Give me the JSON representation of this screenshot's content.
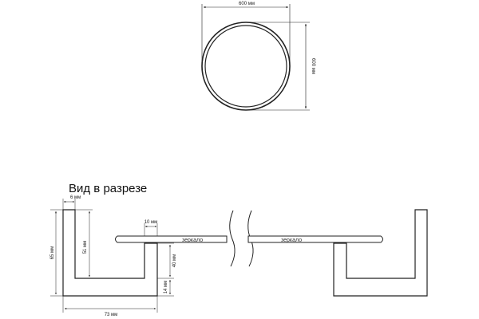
{
  "top_view": {
    "width_label": "600 мм",
    "height_label": "600 мм"
  },
  "section": {
    "title": "Вид в разрезе",
    "dims": {
      "wall_thickness": "6 мм",
      "total_height": "65 мм",
      "inner_height": "51 мм",
      "mirror_thickness": "10 мм",
      "bracket_height": "40 мм",
      "base_thickness": "14 мм",
      "total_width": "73 мм"
    },
    "mirror_label_left": "зеркало",
    "mirror_label_right": "зеркало"
  },
  "colors": {
    "line": "#222222",
    "mirror_fill": "#ffffff"
  }
}
